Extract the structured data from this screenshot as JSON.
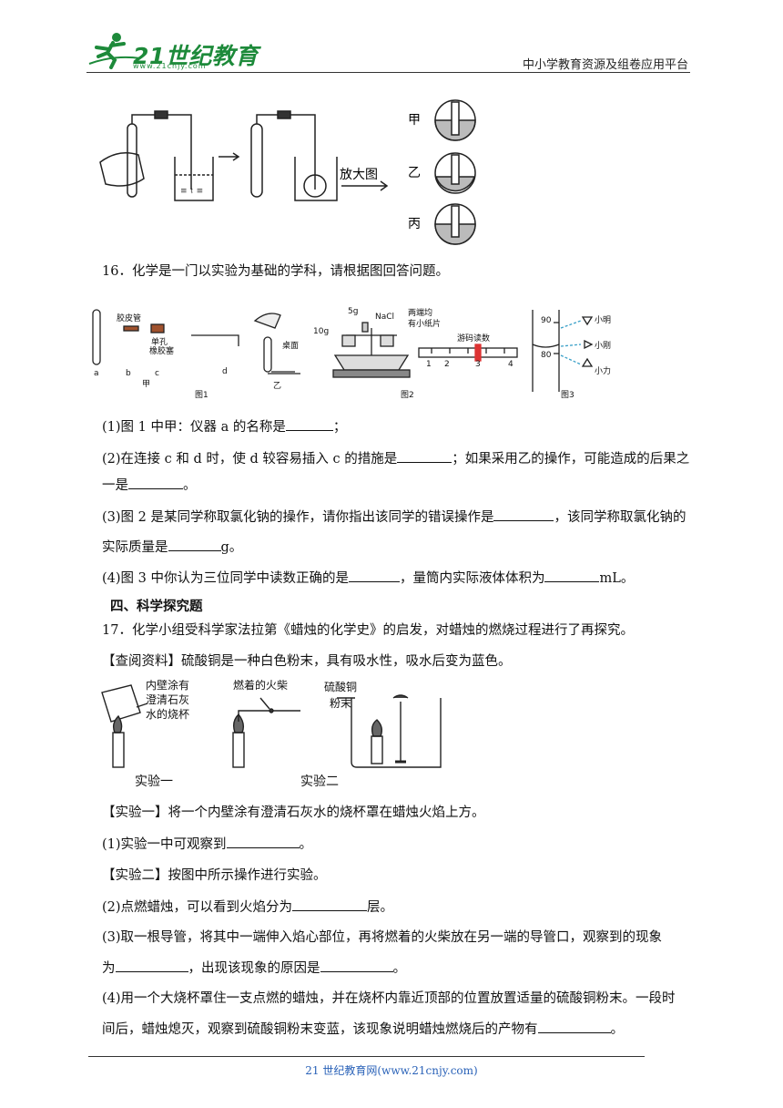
{
  "header": {
    "logo_text": "21世纪教育",
    "logo_sub": "www.21cnjy.com",
    "site_name": "中小学教育资源及组卷应用平台"
  },
  "fig_top": {
    "arrow_label": "放大图",
    "labels": [
      "甲",
      "乙",
      "丙"
    ]
  },
  "q16": {
    "stem": "16．化学是一门以实验为基础的学科，请根据图回答问题。",
    "fig1": {
      "tube_label": "胶皮管",
      "stopper_label_1": "单孔",
      "stopper_label_2": "橡胶塞",
      "letters": [
        "a",
        "b",
        "c",
        "d"
      ],
      "jia": "甲",
      "yi": "乙",
      "desk": "桌面",
      "caption": "图1"
    },
    "fig2": {
      "w5": "5g",
      "w10": "10g",
      "nacl": "NaCl",
      "note_1": "两端均",
      "note_2": "有小纸片",
      "rider": "游码读数",
      "ticks": [
        "1",
        "2",
        "3",
        "4"
      ],
      "caption": "图2"
    },
    "fig3": {
      "v90": "90",
      "v80": "80",
      "names": [
        "小明",
        "小刚",
        "小力"
      ],
      "caption": "图3"
    },
    "p1": "(1)图 1 中甲：仪器 a 的名称是",
    "p1_end": "；",
    "p2a": "(2)在连接 c 和 d 时，使 d 较容易插入 c 的措施是",
    "p2b": "；如果采用乙的操作，可能造成的后果之",
    "p2c": "一是",
    "p2c_end": "。",
    "p3a": "(3)图 2 是某同学称取氯化钠的操作，请你指出该同学的错误操作是",
    "p3b": "，该同学称取氯化钠的",
    "p3c": "实际质量是",
    "p3c_end": "g。",
    "p4a": "(4)图 3 中你认为三位同学中读数正确的是",
    "p4b": "，量筒内实际液体体积为",
    "p4c": "mL。"
  },
  "section4": "四、科学探究题",
  "q17": {
    "stem": "17．化学小组受科学家法拉第《蜡烛的化学史》的启发，对蜡烛的燃烧过程进行了再探究。",
    "info": "【查阅资料】硫酸铜是一种白色粉末，具有吸水性，吸水后变为蓝色。",
    "fig": {
      "beaker_1": "内壁涂有",
      "beaker_2": "澄清石灰",
      "beaker_3": "水的烧杯",
      "match": "燃着的火柴",
      "cuso4_1": "硫酸铜",
      "cuso4_2": "粉末",
      "exp1": "实验一",
      "exp2": "实验二"
    },
    "exp1_text": "【实验一】将一个内壁涂有澄清石灰水的烧杯罩在蜡烛火焰上方。",
    "p1": "(1)实验一中可观察到",
    "p1_end": "。",
    "exp2_text": "【实验二】按图中所示操作进行实验。",
    "p2": "(2)点燃蜡烛，可以看到火焰分为",
    "p2_end": "层。",
    "p3a": "(3)取一根导管，将其中一端伸入焰心部位，再将燃着的火柴放在另一端的导管口，观察到的现象",
    "p3b": "为",
    "p3b_mid": "，出现该现象的原因是",
    "p3b_end": "。",
    "p4a": "(4)用一个大烧杯罩住一支点燃的蜡烛，并在烧杯内靠近顶部的位置放置适量的硫酸铜粉末。一段时",
    "p4b": "间后，蜡烛熄灭，观察到硫酸铜粉末变蓝，该现象说明蜡烛燃烧后的产物有",
    "p4b_end": "。"
  },
  "footer": "21 世纪教育网(www.21cnjy.com)"
}
